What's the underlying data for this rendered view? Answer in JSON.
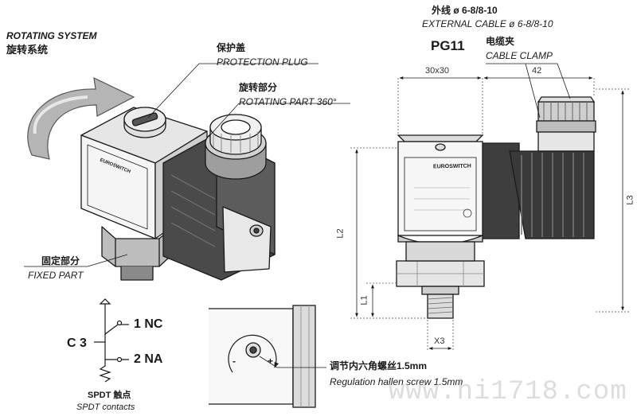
{
  "labels": {
    "rotating_system_en": "ROTATING SYSTEM",
    "rotating_system_cn": "旋转系统",
    "protection_plug_cn": "保护盖",
    "protection_plug_en": "PROTECTION PLUG",
    "rotating_part_cn": "旋转部分",
    "rotating_part_en": "ROTATING PART 360°",
    "fixed_part_cn": "固定部分",
    "fixed_part_en": "FIXED PART",
    "external_cable_cn": "外线 ø 6-8/8-10",
    "external_cable_en": "EXTERNAL CABLE ø 6-8/8-10",
    "pg11": "PG11",
    "cable_clamp_cn": "电缆夹",
    "cable_clamp_en": "CABLE CLAMP",
    "regulation_cn": "调节内六角螺丝1.5mm",
    "regulation_en": "Regulation hallen screw 1.5mm",
    "contact_c": "C 3",
    "contact_nc": "1 NC",
    "contact_na": "2 NA",
    "spdt_cn": "SPDT 触点",
    "spdt_en": "SPDT contacts",
    "brand": "EUROSWITCH",
    "sign_minus": "-",
    "sign_plus": "+",
    "watermark": "www.hi1718.com"
  },
  "dimensions": {
    "width_body": "30x30",
    "width_cable": "42",
    "l1": "L1",
    "l2": "L2",
    "l3": "L3",
    "x3": "X3"
  },
  "colors": {
    "line": "#1a1a1a",
    "body_top": "#e4e4e4",
    "body_front": "#f4f4f4",
    "body_side": "#c8c8c8",
    "dark": "#3a3a3a",
    "rotating_arrow": "#9a9a9a"
  }
}
